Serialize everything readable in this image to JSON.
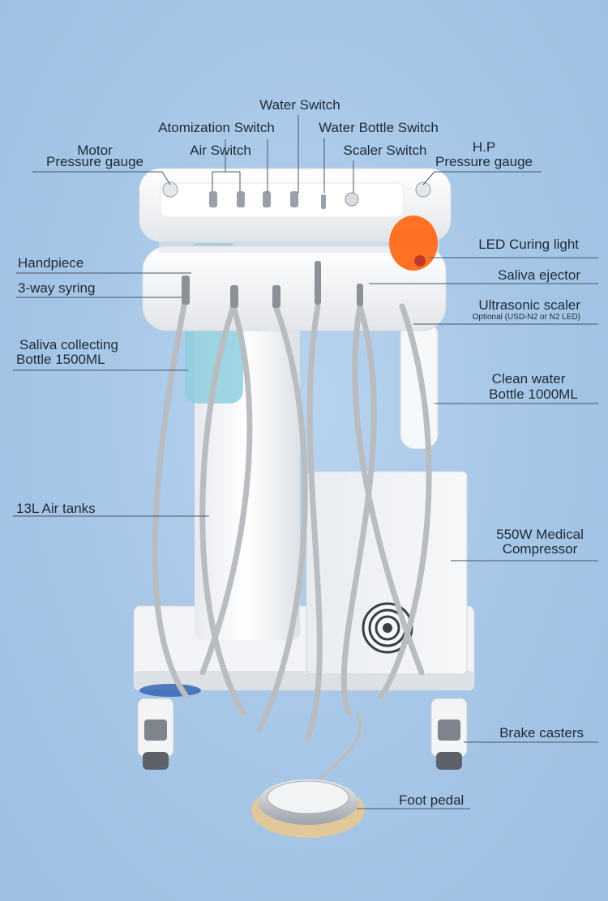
{
  "labels": {
    "water_switch": "Water Switch",
    "atomization_switch": "Atomization Switch",
    "water_bottle_switch": "Water Bottle Switch",
    "motor_line1": "Motor",
    "motor_line2": "Pressure gauge",
    "air_switch": "Air Switch",
    "scaler_switch": "Scaler Switch",
    "hp_line1": "H.P",
    "hp_line2": "Pressure gauge",
    "handpiece": "Handpiece",
    "led_curing_light": "LED Curing light",
    "three_way_syring": "3-way syring",
    "saliva_ejector": "Saliva ejector",
    "ultrasonic_scaler": "Ultrasonic scaler",
    "ultrasonic_note": "Optional (USD-N2 or N2 LED)",
    "saliva_bottle_line1": "Saliva collecting",
    "saliva_bottle_line2": "Bottle 1500ML",
    "clean_water_line1": "Clean water",
    "clean_water_line2": "Bottle 1000ML",
    "air_tanks": "13L Air tanks",
    "compressor_line1": "550W Medical",
    "compressor_line2": "Compressor",
    "brake_casters": "Brake casters",
    "foot_pedal": "Foot pedal"
  },
  "colors": {
    "background": "#a9c8e8",
    "unit_body": "#f4f5f7",
    "hose": "#b9bcc0",
    "led_orange": "#ff6a1a",
    "bottle_blue": "#7fc4d6",
    "leader_line": "#4a5563",
    "text": "#1f2a36"
  }
}
